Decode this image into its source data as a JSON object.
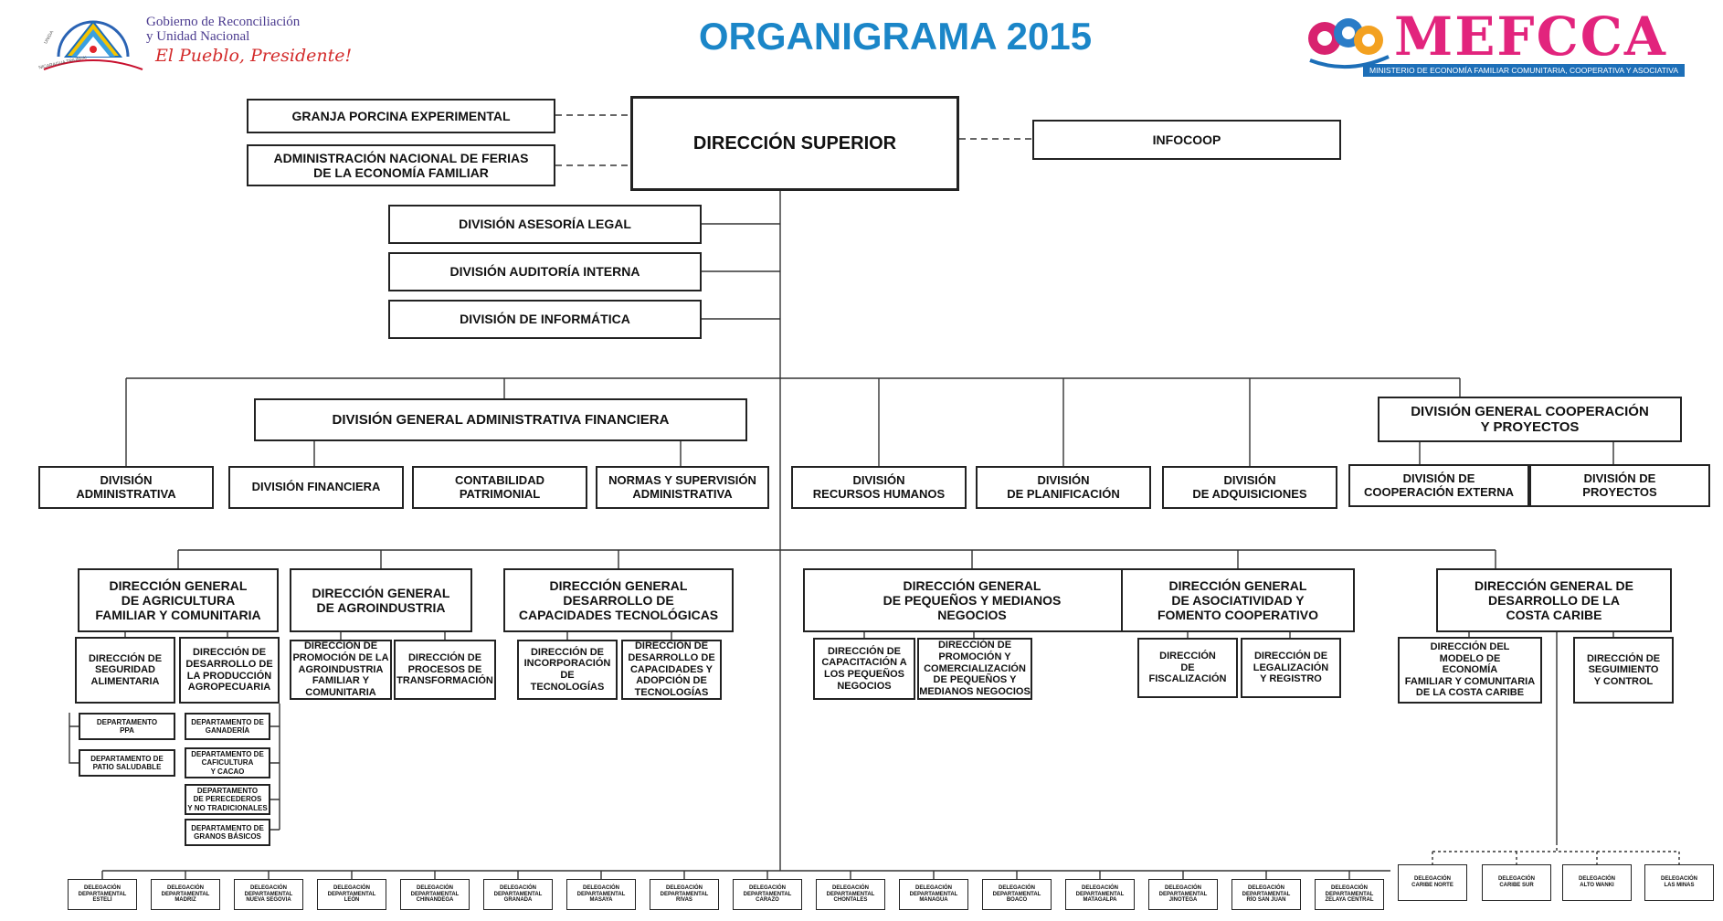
{
  "header": {
    "title": "ORGANIGRAMA 2015",
    "gov_logo": {
      "text": "Gobierno de Reconciliación\ny Unidad Nacional",
      "slogan": "El Pueblo, Presidente!",
      "arc_text_1": "UNIDA",
      "arc_text_2": "NICARAGUA TRIUNFA!"
    },
    "mefcca_logo": {
      "name": "MEFCCA",
      "subtitle": "MINISTERIO DE ECONOMÍA FAMILIAR COMUNITARIA, COOPERATIVA Y ASOCIATIVA"
    }
  },
  "top": {
    "granja": "GRANJA PORCINA EXPERIMENTAL",
    "ferias": "ADMINISTRACIÓN NACIONAL DE FERIAS\nDE LA ECONOMÍA FAMILIAR",
    "superior": "DIRECCIÓN SUPERIOR",
    "infocoop": "INFOCOOP"
  },
  "staff": [
    "DIVISIÓN ASESORÍA LEGAL",
    "DIVISIÓN AUDITORÍA INTERNA",
    "DIVISIÓN DE INFORMÁTICA"
  ],
  "divisions": {
    "admin_fin": "DIVISIÓN GENERAL ADMINISTRATIVA FINANCIERA",
    "admin_fin_children": [
      "DIVISIÓN\nADMINISTRATIVA",
      "DIVISIÓN FINANCIERA",
      "CONTABILIDAD\nPATRIMONIAL",
      "NORMAS Y SUPERVISIÓN\nADMINISTRATIVA"
    ],
    "rrhh": "DIVISIÓN\nRECURSOS HUMANOS",
    "planificacion": "DIVISIÓN\nDE PLANIFICACIÓN",
    "adquisiciones": "DIVISIÓN\nDE ADQUISICIONES",
    "coop": "DIVISIÓN  GENERAL COOPERACIÓN\nY PROYECTOS",
    "coop_children": [
      "DIVISIÓN DE\nCOOPERACIÓN EXTERNA",
      "DIVISIÓN DE\nPROYECTOS"
    ]
  },
  "general_directions": [
    {
      "label": "DIRECCIÓN GENERAL\nDE AGRICULTURA\nFAMILIAR Y COMUNITARIA",
      "children": [
        {
          "label": "DIRECCIÓN DE\nSEGURIDAD\nALIMENTARIA",
          "departments": [
            "DEPARTAMENTO\nPPA",
            "DEPARTAMENTO DE\nPATIO SALUDABLE"
          ]
        },
        {
          "label": "DIRECCIÓN DE\nDESARROLLO DE\nLA PRODUCCIÓN\nAGROPECUARIA",
          "departments": [
            "DEPARTAMENTO DE\nGANADERÍA",
            "DEPARTAMENTO DE\nCAFICULTURA\nY CACAO",
            "DEPARTAMENTO\nDE PERECEDEROS\nY NO TRADICIONALES",
            "DEPARTAMENTO DE\nGRANOS BÁSICOS"
          ]
        }
      ]
    },
    {
      "label": "DIRECCIÓN GENERAL\nDE AGROINDUSTRIA",
      "children": [
        {
          "label": "DIRECCIÓN DE\nPROMOCIÓN DE LA\nAGROINDUSTRIA\nFAMILIAR Y\nCOMUNITARIA"
        },
        {
          "label": "DIRECCIÓN DE\nPROCESOS DE\nTRANSFORMACIÓN"
        }
      ]
    },
    {
      "label": "DIRECCIÓN GENERAL\nDESARROLLO DE\nCAPACIDADES TECNOLÓGICAS",
      "children": [
        {
          "label": "DIRECCIÓN DE\nINCORPORACIÓN\nDE\nTECNOLOGÍAS"
        },
        {
          "label": "DIRECCIÓN DE\nDESARROLLO DE\nCAPACIDADES Y\nADOPCIÓN DE\nTECNOLOGÍAS"
        }
      ]
    },
    {
      "label": "DIRECCIÓN GENERAL\nDE PEQUEÑOS Y MEDIANOS\nNEGOCIOS",
      "children": [
        {
          "label": "DIRECCIÓN DE\nCAPACITACIÓN A\nLOS PEQUEÑOS\nNEGOCIOS"
        },
        {
          "label": "DIRECCIÓN DE\nPROMOCIÓN Y\nCOMERCIALIZACIÓN\nDE PEQUEÑOS Y\nMEDIANOS NEGOCIOS"
        }
      ]
    },
    {
      "label": "DIRECCIÓN GENERAL\nDE ASOCIATIVIDAD Y\nFOMENTO COOPERATIVO",
      "children": [
        {
          "label": "DIRECCIÓN\nDE\nFISCALIZACIÓN"
        },
        {
          "label": "DIRECCIÓN DE\nLEGALIZACIÓN\nY REGISTRO"
        }
      ]
    },
    {
      "label": "DIRECCIÓN GENERAL DE\nDESARROLLO DE LA\nCOSTA CARIBE",
      "children": [
        {
          "label": "DIRECCIÓN DEL\nMODELO DE\nECONOMÍA\nFAMILIAR Y COMUNITARIA\nDE LA COSTA CARIBE"
        },
        {
          "label": "DIRECCIÓN DE\nSEGUIMIENTO\nY CONTROL"
        }
      ]
    }
  ],
  "delegations": [
    "DELEGACIÓN\nDEPARTAMENTAL\nESTELÍ",
    "DELEGACIÓN\nDEPARTAMENTAL\nMADRIZ",
    "DELEGACIÓN\nDEPARTAMENTAL\nNUEVA SEGOVIA",
    "DELEGACIÓN\nDEPARTAMENTAL\nLEÓN",
    "DELEGACIÓN\nDEPARTAMENTAL\nCHINANDEGA",
    "DELEGACIÓN\nDEPARTAMENTAL\nGRANADA",
    "DELEGACIÓN\nDEPARTAMENTAL\nMASAYA",
    "DELEGACIÓN\nDEPARTAMENTAL\nRIVAS",
    "DELEGACIÓN\nDEPARTAMENTAL\nCARAZO",
    "DELEGACIÓN\nDEPARTAMENTAL\nCHONTALES",
    "DELEGACIÓN\nDEPARTAMENTAL\nMANAGUA",
    "DELEGACIÓN\nDEPARTAMENTAL\nBOACO",
    "DELEGACIÓN\nDEPARTAMENTAL\nMATAGALPA",
    "DELEGACIÓN\nDEPARTAMENTAL\nJINOTEGA",
    "DELEGACIÓN\nDEPARTAMENTAL\nRÍO SAN JUAN",
    "DELEGACIÓN\nDEPARTAMENTAL\nZELAYA CENTRAL",
    "DELEGACIÓN\nCARIBE NORTE",
    "DELEGACIÓN\nCARIBE SUR",
    "DELEGACIÓN\nALTO WANKI",
    "DELEGACIÓN\nLAS MINAS"
  ]
}
